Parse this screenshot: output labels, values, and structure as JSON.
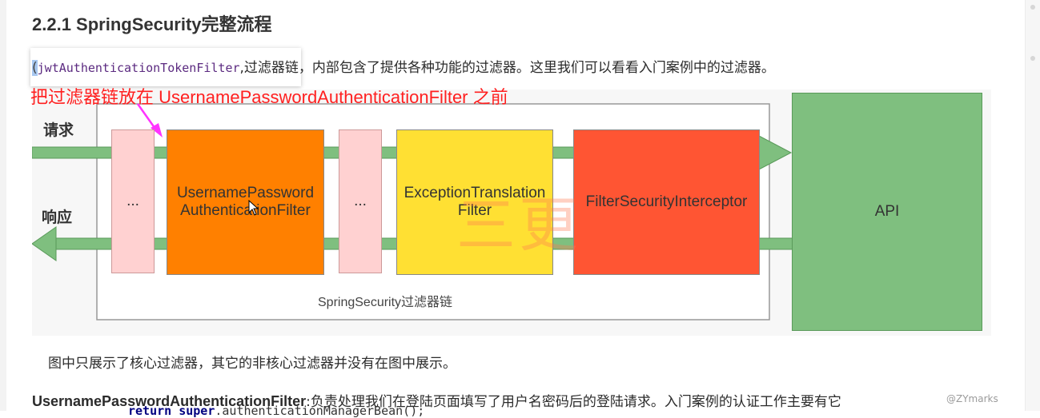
{
  "heading": "2.2.1 SpringSecurity完整流程",
  "intro": {
    "paren_open": "(",
    "code": "jwtAuthenticationTokenFilter",
    "text": ",过滤器链，内部包含了提供各种功能的过滤器。这里我们可以看看入门案例中的过滤器。"
  },
  "annotation": "把过滤器链放在 UsernamePasswordAuthenticationFilter 之前",
  "diagram": {
    "request_label": "请求",
    "response_label": "响应",
    "ellipsis_1": "...",
    "filter_1": "UsernamePassword AuthenticationFilter",
    "ellipsis_2": "...",
    "filter_2": "ExceptionTranslationFilter",
    "filter_3": "FilterSecurityInterceptor",
    "api": "API",
    "chain_label": "SpringSecurity过滤器链",
    "watermark": "三更",
    "colors": {
      "arrow": "#7fbf7f",
      "ellipsis_box": "#ffd1d1",
      "filter_1": "#ff8000",
      "filter_2": "#ffe033",
      "filter_3": "#ff5533",
      "api": "#7fbf7f"
    }
  },
  "caption": "图中只展示了核心过滤器，其它的非核心过滤器并没有在图中展示。",
  "para2": {
    "strong": "UsernamePasswordAuthenticationFilter",
    "text": ":负责处理我们在登陆页面填写了用户名密码后的登陆请求。入门案例的认证工作主要有它"
  },
  "code_behind": {
    "keyword": "return super",
    "rest": ".authenticationManagerBean();"
  },
  "credit": "@ZYmarks"
}
